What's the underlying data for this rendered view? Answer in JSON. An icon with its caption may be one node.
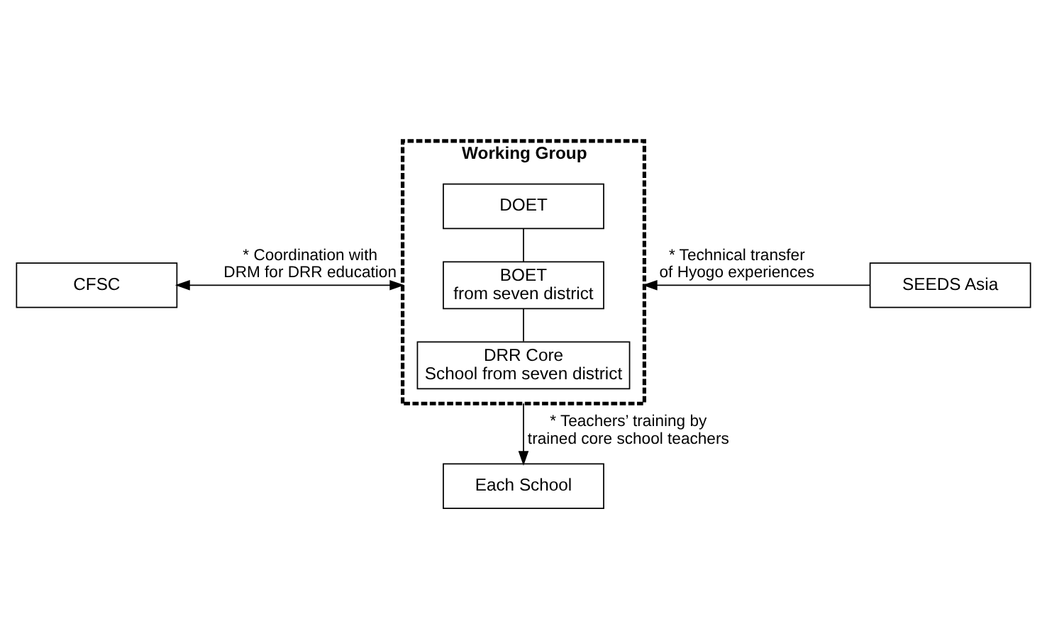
{
  "diagram": {
    "nodes": [
      {
        "text": [
          "Working Group"
        ]
      },
      {
        "text": [
          "DOET"
        ],
        "in": 0
      },
      {
        "text": [
          "BOET from seven district"
        ],
        "in": 0
      },
      {
        "text": [
          "DRR Core School from seven district"
        ],
        "in": 0
      },
      {
        "text": [
          "CFSC"
        ]
      },
      {
        "text": [
          "SEEDS Asia"
        ]
      },
      {
        "text": [
          "Each School"
        ]
      }
    ],
    "edges": [
      {
        "from": 1,
        "to": 2,
        "arrow": "none"
      },
      {
        "from": 2,
        "to": 3,
        "arrow": "none"
      },
      {
        "from": 4,
        "to": 0,
        "arrow": "both",
        "label": "* Coordination with DRM for DRR education"
      },
      {
        "from": 5,
        "to": 0,
        "arrow": "to",
        "label": "* Technical transfer of Hyogo experiences"
      },
      {
        "from": 0,
        "to": 6,
        "arrow": "to",
        "label": "* Teachers’ training by trained core school teachers"
      }
    ]
  }
}
